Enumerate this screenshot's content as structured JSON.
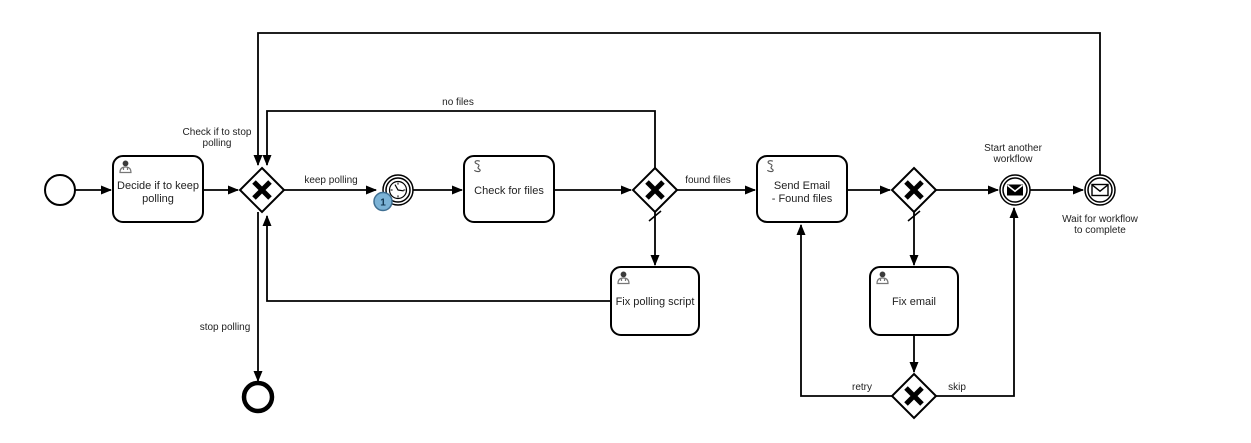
{
  "diagram": {
    "kind": "bpmn-process",
    "colors": {
      "stroke": "#000000",
      "text": "#222222",
      "badge_fill": "#7cb3d6",
      "badge_border": "#3f6f92",
      "badge_text": "#10344e"
    },
    "tasks": {
      "decide": {
        "label1": "Decide if to keep",
        "label2": "polling",
        "type": "user-task"
      },
      "check_files": {
        "label1": "Check for files",
        "type": "script-task"
      },
      "send_email": {
        "label1": "Send Email",
        "label2": "- Found files",
        "type": "script-task"
      },
      "fix_polling": {
        "label1": "Fix polling script",
        "type": "user-task"
      },
      "fix_email": {
        "label1": "Fix email",
        "type": "user-task"
      }
    },
    "events": {
      "start": {
        "type": "start-event"
      },
      "timer": {
        "type": "timer-intermediate-event",
        "badge": "1"
      },
      "start_workflow": {
        "type": "message-throw-event",
        "label1": "Start another",
        "label2": "workflow"
      },
      "wait_workflow": {
        "type": "message-catch-event",
        "label1": "Wait for workflow",
        "label2": "to complete"
      },
      "end": {
        "type": "end-event"
      }
    },
    "gateways": {
      "gw_stop_polling": {
        "label1": "Check if to stop",
        "label2": "polling"
      },
      "gw_files": {},
      "gw_email": {},
      "gw_retry_skip": {}
    },
    "flow_labels": {
      "keep_polling": "keep polling",
      "no_files": "no files",
      "found_files": "found files",
      "stop_polling": "stop polling",
      "retry": "retry",
      "skip": "skip"
    }
  }
}
